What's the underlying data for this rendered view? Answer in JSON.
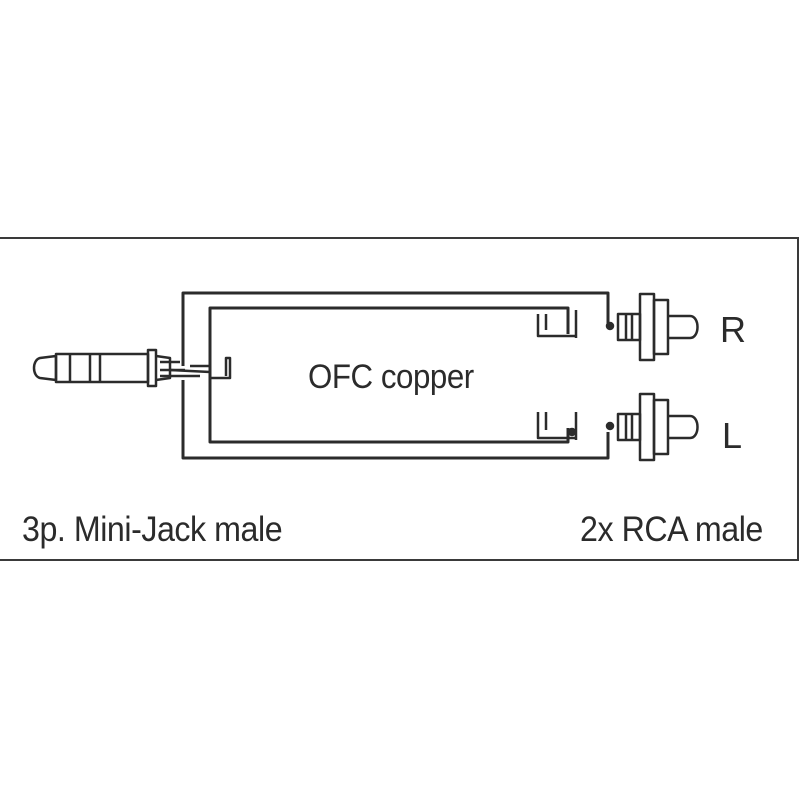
{
  "diagram": {
    "cable_label": "OFC copper",
    "channel_right": "R",
    "channel_left": "L",
    "left_connector": "3p. Mini-Jack male",
    "right_connector": "2x RCA male"
  },
  "colors": {
    "line": "#2b2b2b",
    "frame": "#3a3a3a",
    "background": "#ffffff"
  }
}
